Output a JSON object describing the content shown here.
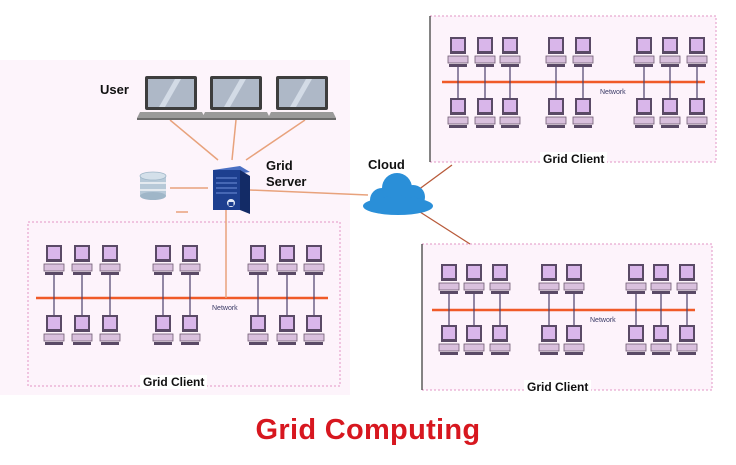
{
  "labels": {
    "user": "User",
    "grid_server_line1": "Grid",
    "grid_server_line2": "Server",
    "cloud": "Cloud",
    "network": "Network",
    "grid_client": "Grid Client"
  },
  "title": "Grid Computing",
  "colors": {
    "title": "#d7171f",
    "network_line": "#f05a28",
    "connector": "#e8a27c",
    "cloud": "#2a8fd8",
    "server": "#1d3f8f",
    "client_box_bg": "#fdf3fb",
    "monitor": "#d7b3e6"
  }
}
